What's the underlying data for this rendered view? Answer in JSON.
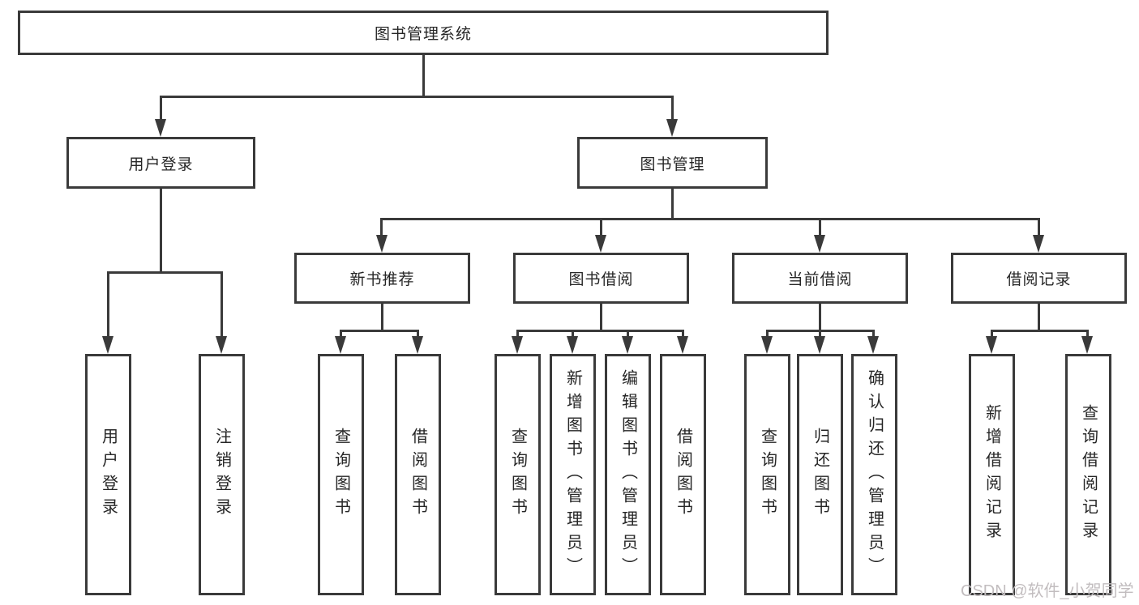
{
  "diagram_type": "hierarchy-tree",
  "tree": {
    "label": "图书管理系统",
    "children": [
      {
        "label": "用户登录",
        "children": [
          {
            "label": "用户登录"
          },
          {
            "label": "注销登录"
          }
        ]
      },
      {
        "label": "图书管理",
        "children": [
          {
            "label": "新书推荐",
            "children": [
              {
                "label": "查询图书"
              },
              {
                "label": "借阅图书"
              }
            ]
          },
          {
            "label": "图书借阅",
            "children": [
              {
                "label": "查询图书"
              },
              {
                "label": "新增图书（管理员）"
              },
              {
                "label": "编辑图书（管理员）"
              },
              {
                "label": "借阅图书"
              }
            ]
          },
          {
            "label": "当前借阅",
            "children": [
              {
                "label": "查询图书"
              },
              {
                "label": "归还图书"
              },
              {
                "label": "确认归还（管理员）"
              }
            ]
          },
          {
            "label": "借阅记录",
            "children": [
              {
                "label": "新增借阅记录"
              },
              {
                "label": "查询借阅记录"
              }
            ]
          }
        ]
      }
    ]
  },
  "watermark": {
    "text": "CSDN @软件_小贺同学",
    "color": "#c2bdbf"
  },
  "colors": {
    "line": "#3a3a3a",
    "text": "#262626",
    "background": "#ffffff"
  }
}
